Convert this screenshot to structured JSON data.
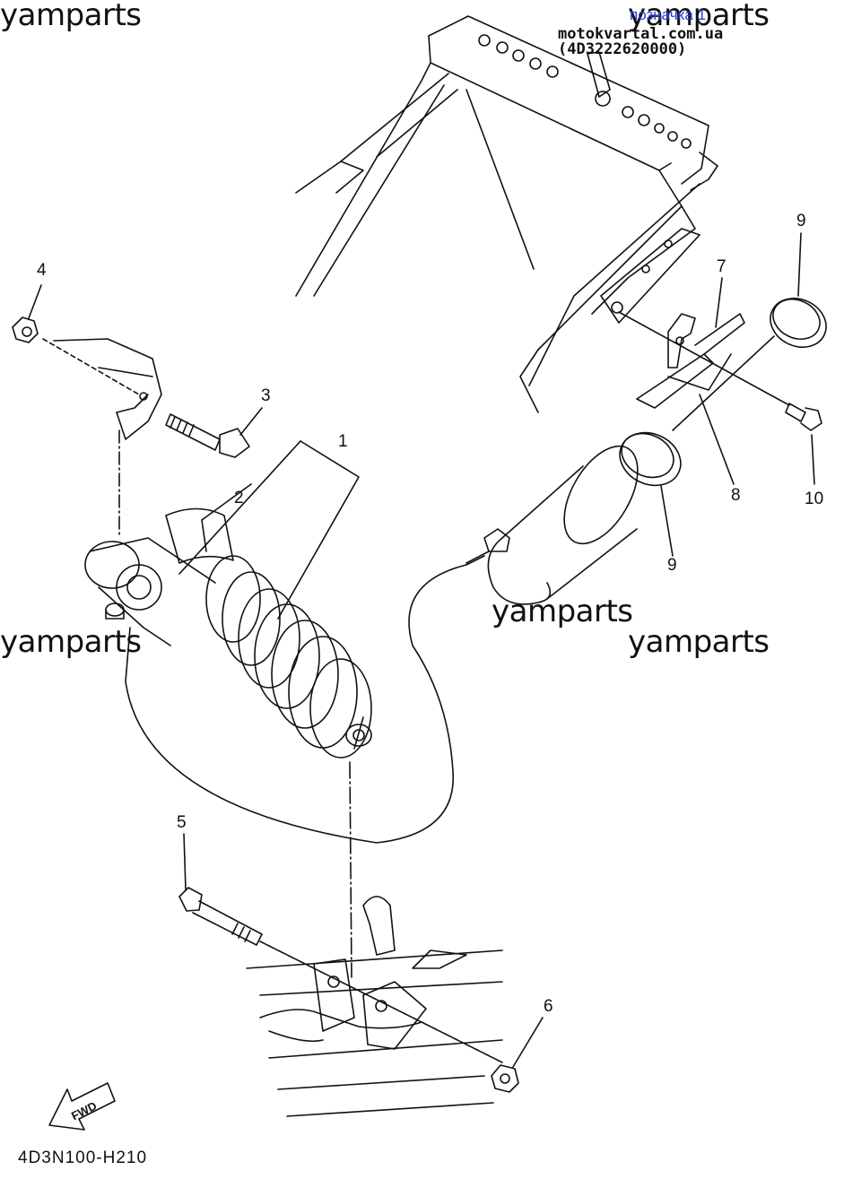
{
  "watermarks": {
    "top_left": "yamparts",
    "top_right": "yamparts",
    "middle_center": "yamparts",
    "middle_left": "yamparts",
    "middle_right": "yamparts"
  },
  "tag_label": "позначка 1",
  "source_line": "motokvartal.com.ua (4D3222620000)",
  "diagram_code": "4D3N100-H210",
  "fwd_label": "FWD",
  "callouts": [
    "1",
    "2",
    "3",
    "4",
    "5",
    "6",
    "7",
    "8",
    "9",
    "9",
    "10"
  ]
}
